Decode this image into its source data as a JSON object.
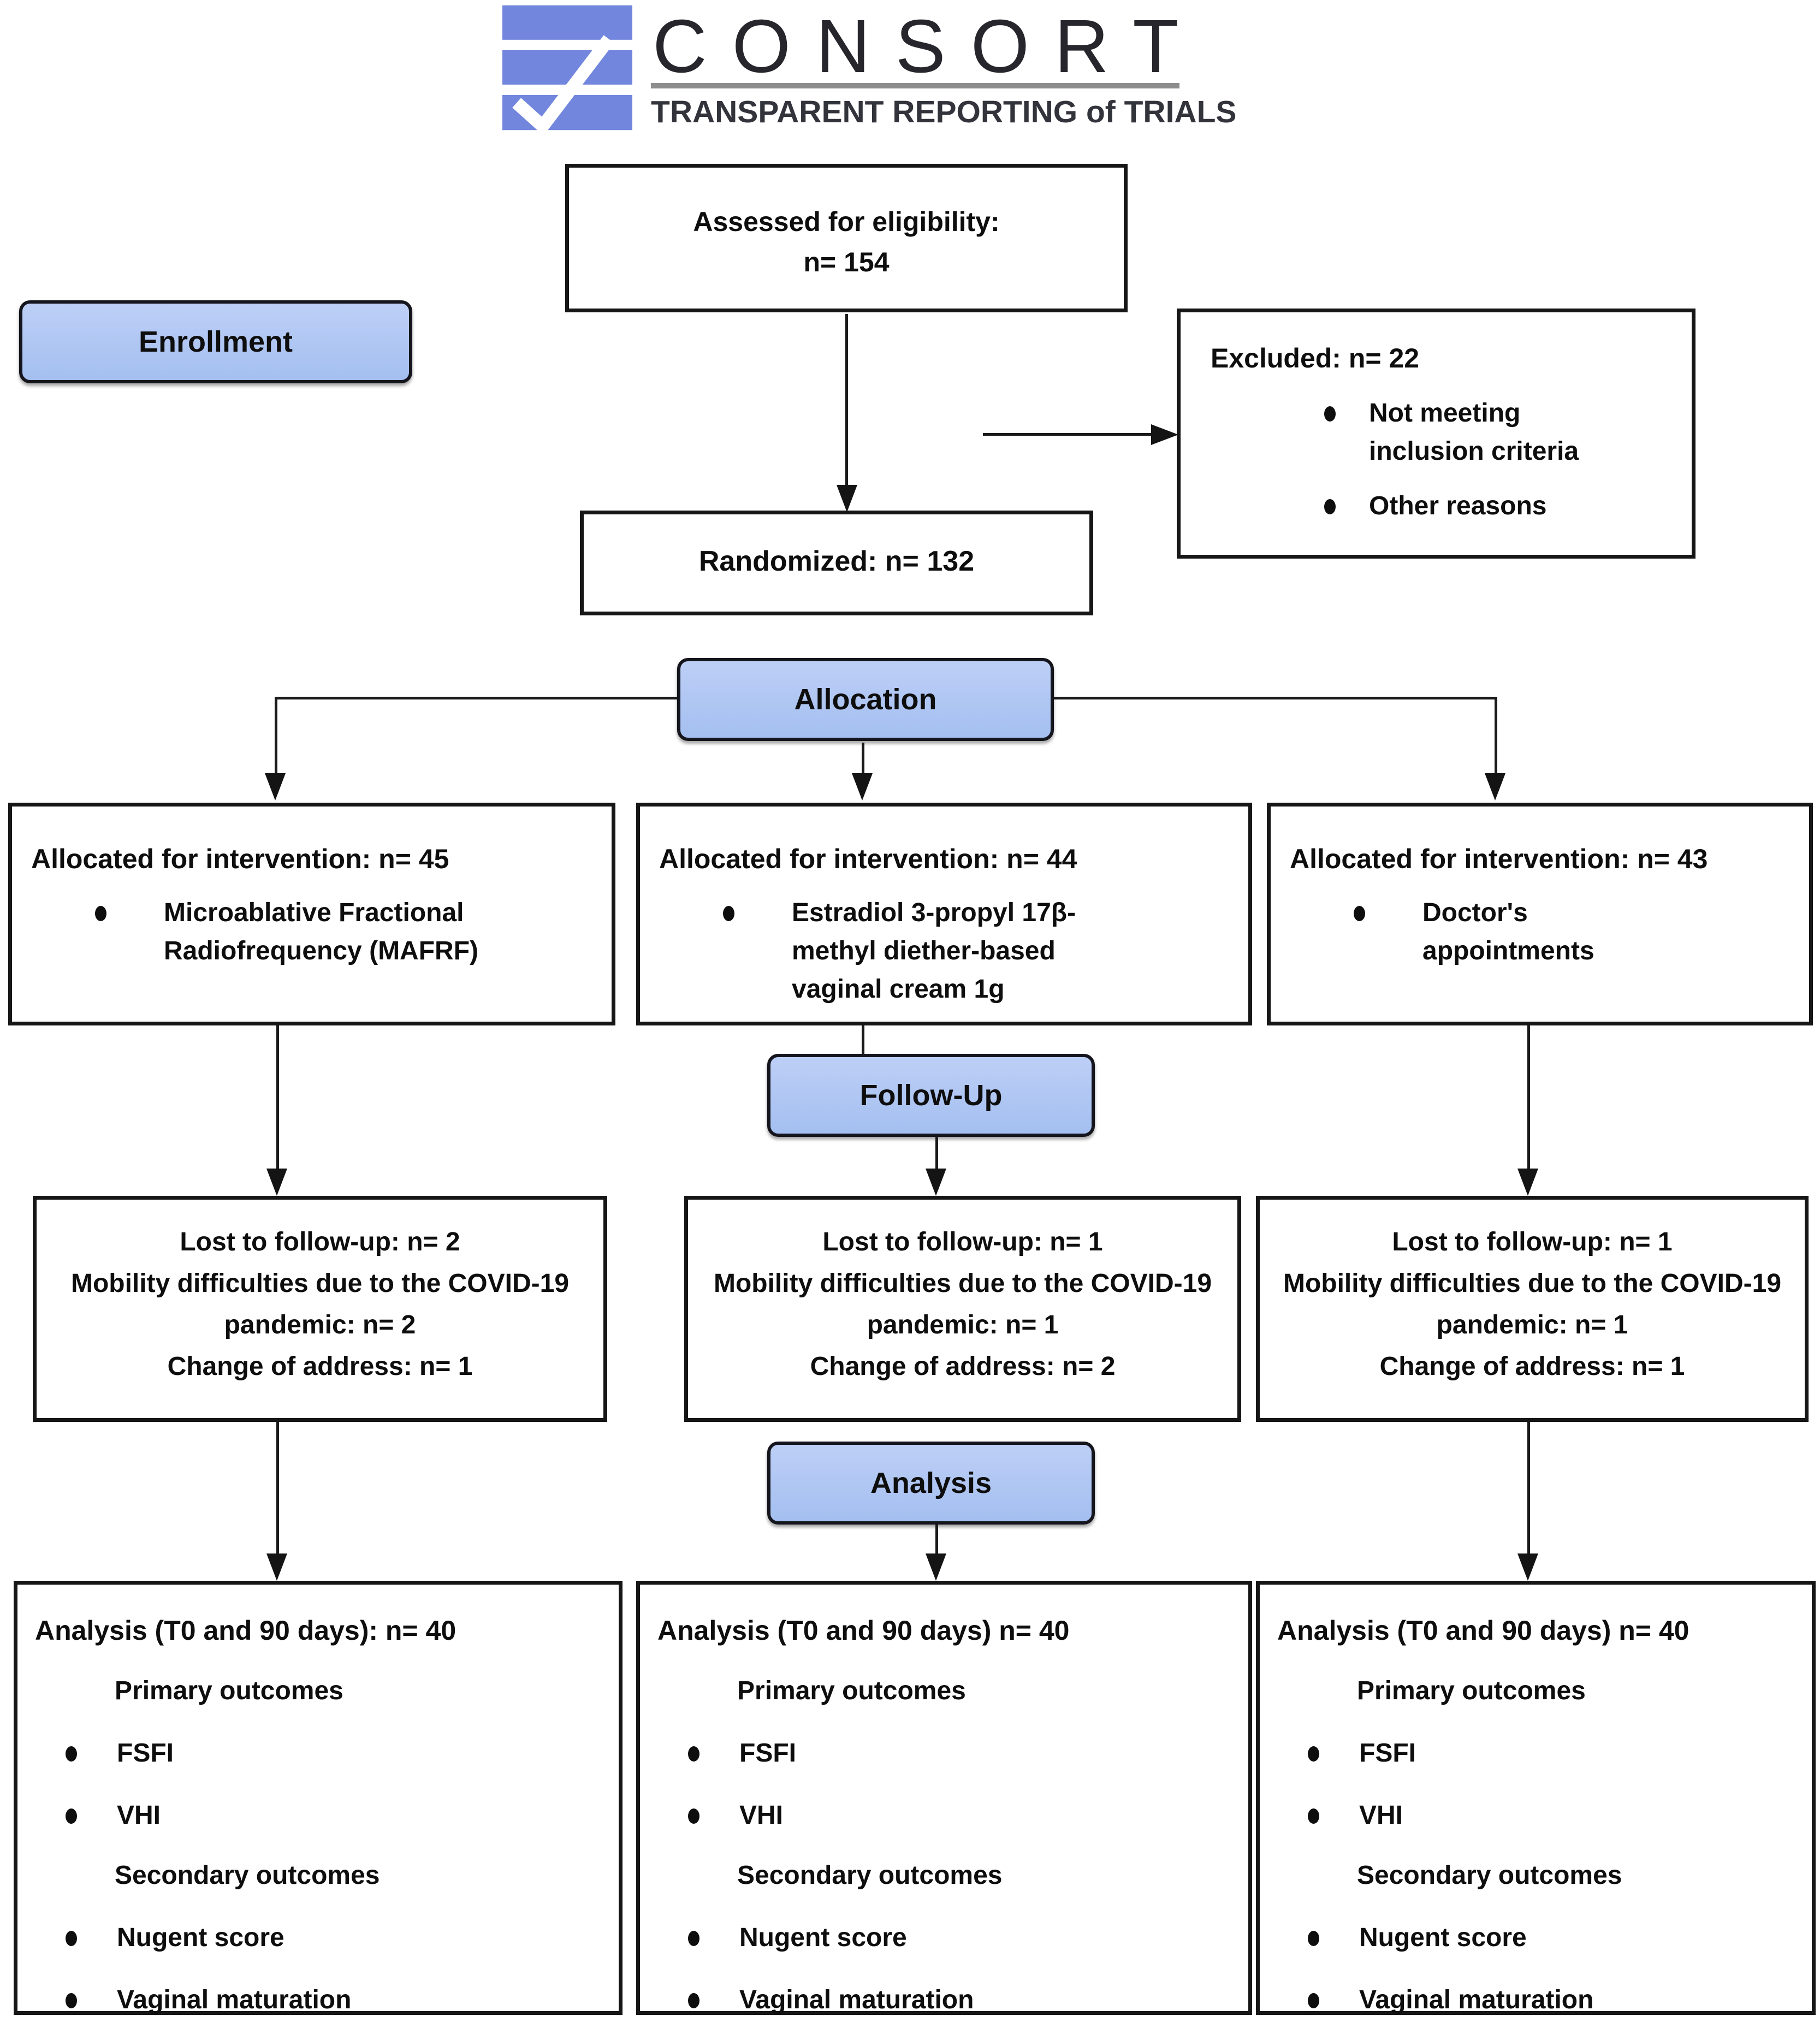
{
  "logo": {
    "wordmark": "CONSORT",
    "tagline": "TRANSPARENT REPORTING of TRIALS",
    "mark_color": "#7286de"
  },
  "colors": {
    "band_fill": "#aec6f2",
    "border": "#161616",
    "logo_blue": "#7286de",
    "rule_gray": "#8d8d8d"
  },
  "stages": {
    "enrollment": "Enrollment",
    "allocation": "Allocation",
    "followup": "Follow-Up",
    "analysis": "Analysis"
  },
  "eligibility": {
    "line1": "Assessed for eligibility:",
    "line2": "n= 154"
  },
  "excluded": {
    "title": "Excluded: n= 22",
    "bullets": [
      "Not meeting inclusion criteria",
      "Other reasons"
    ]
  },
  "randomized": {
    "text": "Randomized: n= 132"
  },
  "allocation": {
    "boxes": [
      {
        "title": "Allocated for intervention: n= 45",
        "bullet": "Microablative Fractional Radiofrequency (MAFRF)"
      },
      {
        "title": "Allocated for intervention: n= 44",
        "bullet": "Estradiol 3-propyl 17β-methyl diether-based vaginal cream 1g"
      },
      {
        "title": "Allocated for intervention: n= 43",
        "bullet": "Doctor's appointments"
      }
    ]
  },
  "followup": {
    "boxes": [
      {
        "line1": "Lost to follow-up: n= 2",
        "line2": "Mobility difficulties due to the COVID-19 pandemic: n= 2",
        "line3": "Change of address: n= 1"
      },
      {
        "line1": "Lost to follow-up: n= 1",
        "line2": "Mobility difficulties due to the COVID-19 pandemic: n= 1",
        "line3": "Change of address: n= 2"
      },
      {
        "line1": "Lost to follow-up: n= 1",
        "line2": "Mobility difficulties due to the COVID-19 pandemic: n= 1",
        "line3": "Change of address: n= 1"
      }
    ]
  },
  "analysis": {
    "boxes": [
      {
        "title": "Analysis (T0 and 90 days): n= 40",
        "primary_label": "Primary outcomes",
        "primary": [
          "FSFI",
          "VHI"
        ],
        "secondary_label": "Secondary outcomes",
        "secondary": [
          "Nugent score",
          "Vaginal maturation"
        ]
      },
      {
        "title": "Analysis (T0 and 90 days) n= 40",
        "primary_label": "Primary outcomes",
        "primary": [
          "FSFI",
          "VHI"
        ],
        "secondary_label": "Secondary outcomes",
        "secondary": [
          "Nugent score",
          "Vaginal maturation"
        ]
      },
      {
        "title": "Analysis (T0 and 90 days) n= 40",
        "primary_label": "Primary outcomes",
        "primary": [
          "FSFI",
          "VHI"
        ],
        "secondary_label": "Secondary outcomes",
        "secondary": [
          "Nugent score",
          "Vaginal maturation"
        ]
      }
    ]
  }
}
